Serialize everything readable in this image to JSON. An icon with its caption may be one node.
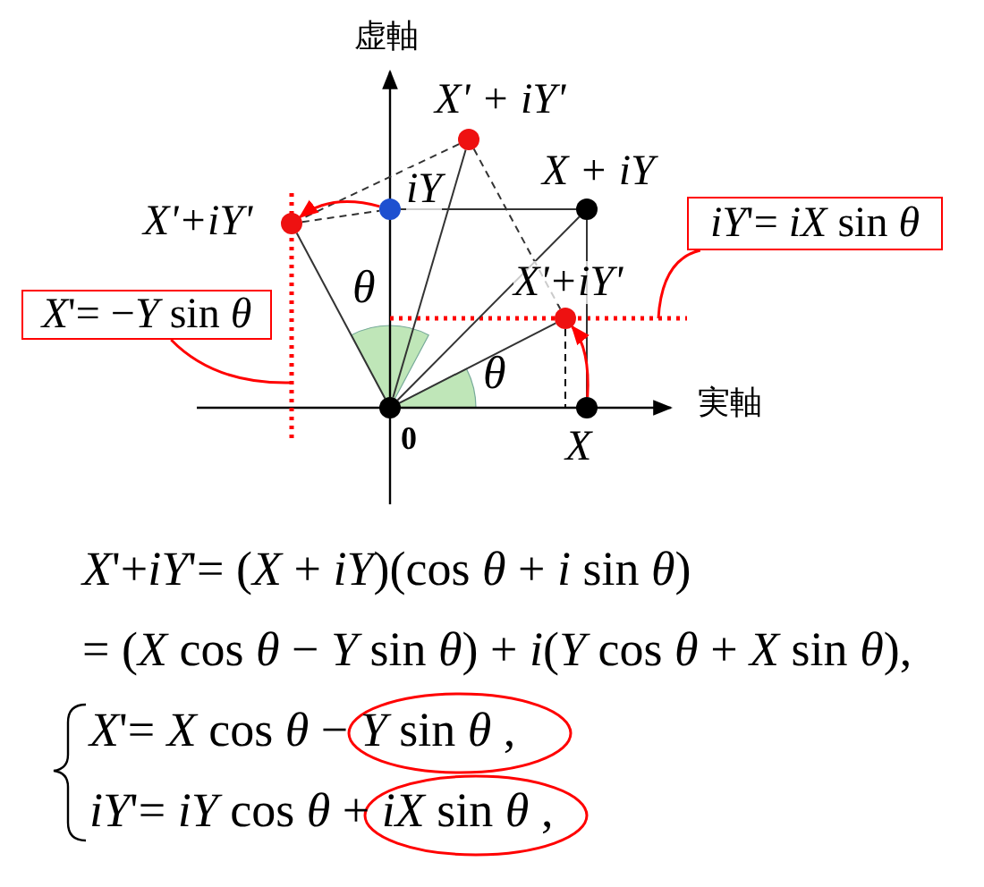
{
  "diagram": {
    "nodes": [
      {
        "text": [],
        "shape": "circle",
        "beside": [
          "0"
        ]
      },
      {
        "text": [],
        "shape": "circle",
        "beside": [
          "X"
        ]
      },
      {
        "text": [],
        "shape": "circle",
        "beside": [
          "X + iY"
        ]
      },
      {
        "text": [],
        "shape": "circle",
        "beside": [
          "iY"
        ]
      },
      {
        "text": [],
        "shape": "circle",
        "beside": [
          "X' + iY'"
        ]
      },
      {
        "text": [],
        "shape": "circle",
        "beside": [
          "X'+iY'"
        ]
      },
      {
        "text": [],
        "shape": "circle",
        "beside": [
          "X'+iY'"
        ]
      },
      {
        "text": [
          "*X*'= −*Y* sin *θ*"
        ]
      },
      {
        "text": [
          "*iY*'= *iX* sin *θ*"
        ]
      }
    ],
    "edges": [
      {
        "from": 0,
        "to": 2,
        "arrow": "none"
      },
      {
        "from": 0,
        "to": 4,
        "arrow": "none"
      },
      {
        "from": 0,
        "to": 5,
        "arrow": "none"
      },
      {
        "from": 0,
        "to": 6,
        "arrow": "none"
      },
      {
        "from": 3,
        "to": 2,
        "arrow": "none"
      },
      {
        "from": 2,
        "to": 1,
        "arrow": "none"
      },
      {
        "from": 4,
        "to": 5,
        "arrow": "none",
        "style": "dashed"
      },
      {
        "from": 4,
        "to": 6,
        "arrow": "none",
        "style": "dashed"
      },
      {
        "from": 5,
        "to": 3,
        "arrow": "none",
        "style": "dashed"
      },
      {
        "from": 3,
        "to": 5,
        "arrow": "to",
        "color": "#ff0000"
      },
      {
        "from": 1,
        "to": 6,
        "arrow": "to",
        "color": "#ff0000"
      },
      {
        "from": 7,
        "to": null,
        "arrow": "none",
        "color": "#ff0000"
      },
      {
        "from": 8,
        "to": null,
        "arrow": "none",
        "color": "#ff0000"
      }
    ],
    "labels": [
      "虚軸",
      "実軸",
      "θ",
      "θ",
      "*X*'+*iY*'= (*X* + *iY*)(cos *θ* + *i* sin *θ*)",
      "= (*X* cos *θ* − *Y* sin *θ*) + *i*(*Y* cos *θ* + *X* sin *θ*),",
      "*X*'= *X* cos *θ* − *Y* sin *θ* ,",
      "*iY*'= *iY* cos *θ* + *iX* sin *θ* ,"
    ]
  }
}
